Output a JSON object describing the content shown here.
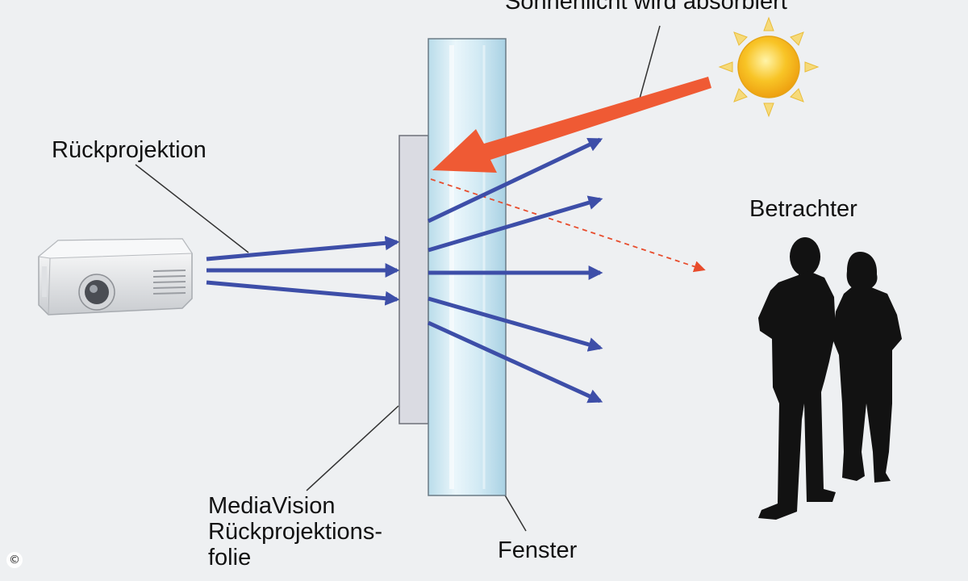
{
  "labels": {
    "sunlight": "Sonnenlicht wird absorbiert",
    "rear_projection": "Rückprojektion",
    "viewer": "Betrachter",
    "window": "Fenster",
    "foil_lines": [
      "MediaVision",
      "Rückprojektions-",
      "folie"
    ]
  },
  "copyright_symbol": "©",
  "colors": {
    "background": "#eef0f2",
    "projection_ray": "#3d4ea8",
    "sun_ray": "#ef5a34",
    "sun_core": "#f8c426",
    "sun_rays": "#f6da7a",
    "glass": "#d6ecf6",
    "foil": "#dadbe2",
    "silhouette": "#121212"
  },
  "icons": [
    "projector-icon",
    "sun-icon",
    "viewer-man-icon",
    "viewer-woman-icon"
  ]
}
